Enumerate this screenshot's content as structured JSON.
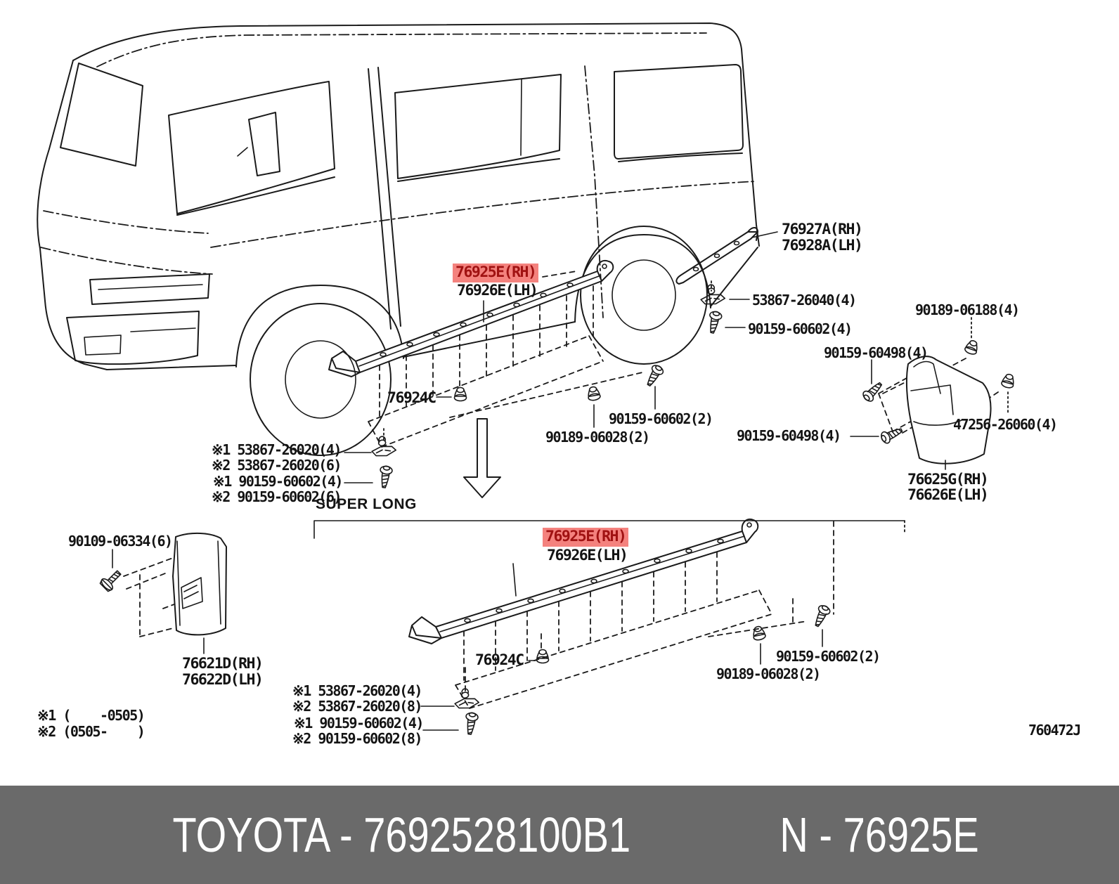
{
  "banner": {
    "brand_part": "TOYOTA - 7692528100B1",
    "ref_part": "N - 76925E",
    "bg": "#6A6A6A",
    "fg": "#FFFFFF"
  },
  "drawing_number": "760472J",
  "highlight_colors": {
    "bg": "#F4827E",
    "fg": "#A01212"
  },
  "line_color": "#1a1a1a",
  "upper_view": {
    "moulding_rh": "76925E(RH)",
    "moulding_lh": "76926E(LH)",
    "clip": "76924C",
    "rear_moulding_rh": "76927A(RH)",
    "rear_moulding_lh": "76928A(LH)",
    "clip_rear": "53867-26040(4)",
    "screw_rear": "90159-60602(4)",
    "bolt_mudguard": "90189-06188(4)",
    "screw_mudguard_a": "90159-60498(4)",
    "screw_mudguard_b": "90159-60498(4)",
    "grommet_mudguard": "47256-26060(4)",
    "mudguard_rr_rh": "76625G(RH)",
    "mudguard_rr_lh": "76626E(LH)",
    "screw_moulding": "90159-60602(2)",
    "clip_moulding": "90189-06028(2)",
    "notes": [
      "※1 53867-26020(4)",
      "※2 53867-26020(6)",
      "※1 90159-60602(4)",
      "※2 90159-60602(6)"
    ]
  },
  "lower_view": {
    "section_label": "SUPER LONG",
    "moulding_rh": "76925E(RH)",
    "moulding_lh": "76926E(LH)",
    "clip": "76924C",
    "screw_moulding": "90159-60602(2)",
    "clip_moulding": "90189-06028(2)",
    "bolt_mudguard": "90109-06334(6)",
    "mudguard_fr_rh": "76621D(RH)",
    "mudguard_fr_lh": "76622D(LH)",
    "notes": [
      "※1 53867-26020(4)",
      "※2 53867-26020(8)",
      "※1 90159-60602(4)",
      "※2 90159-60602(8)"
    ]
  },
  "footnotes": [
    "※1 (    -0505)",
    "※2 (0505-    )"
  ]
}
